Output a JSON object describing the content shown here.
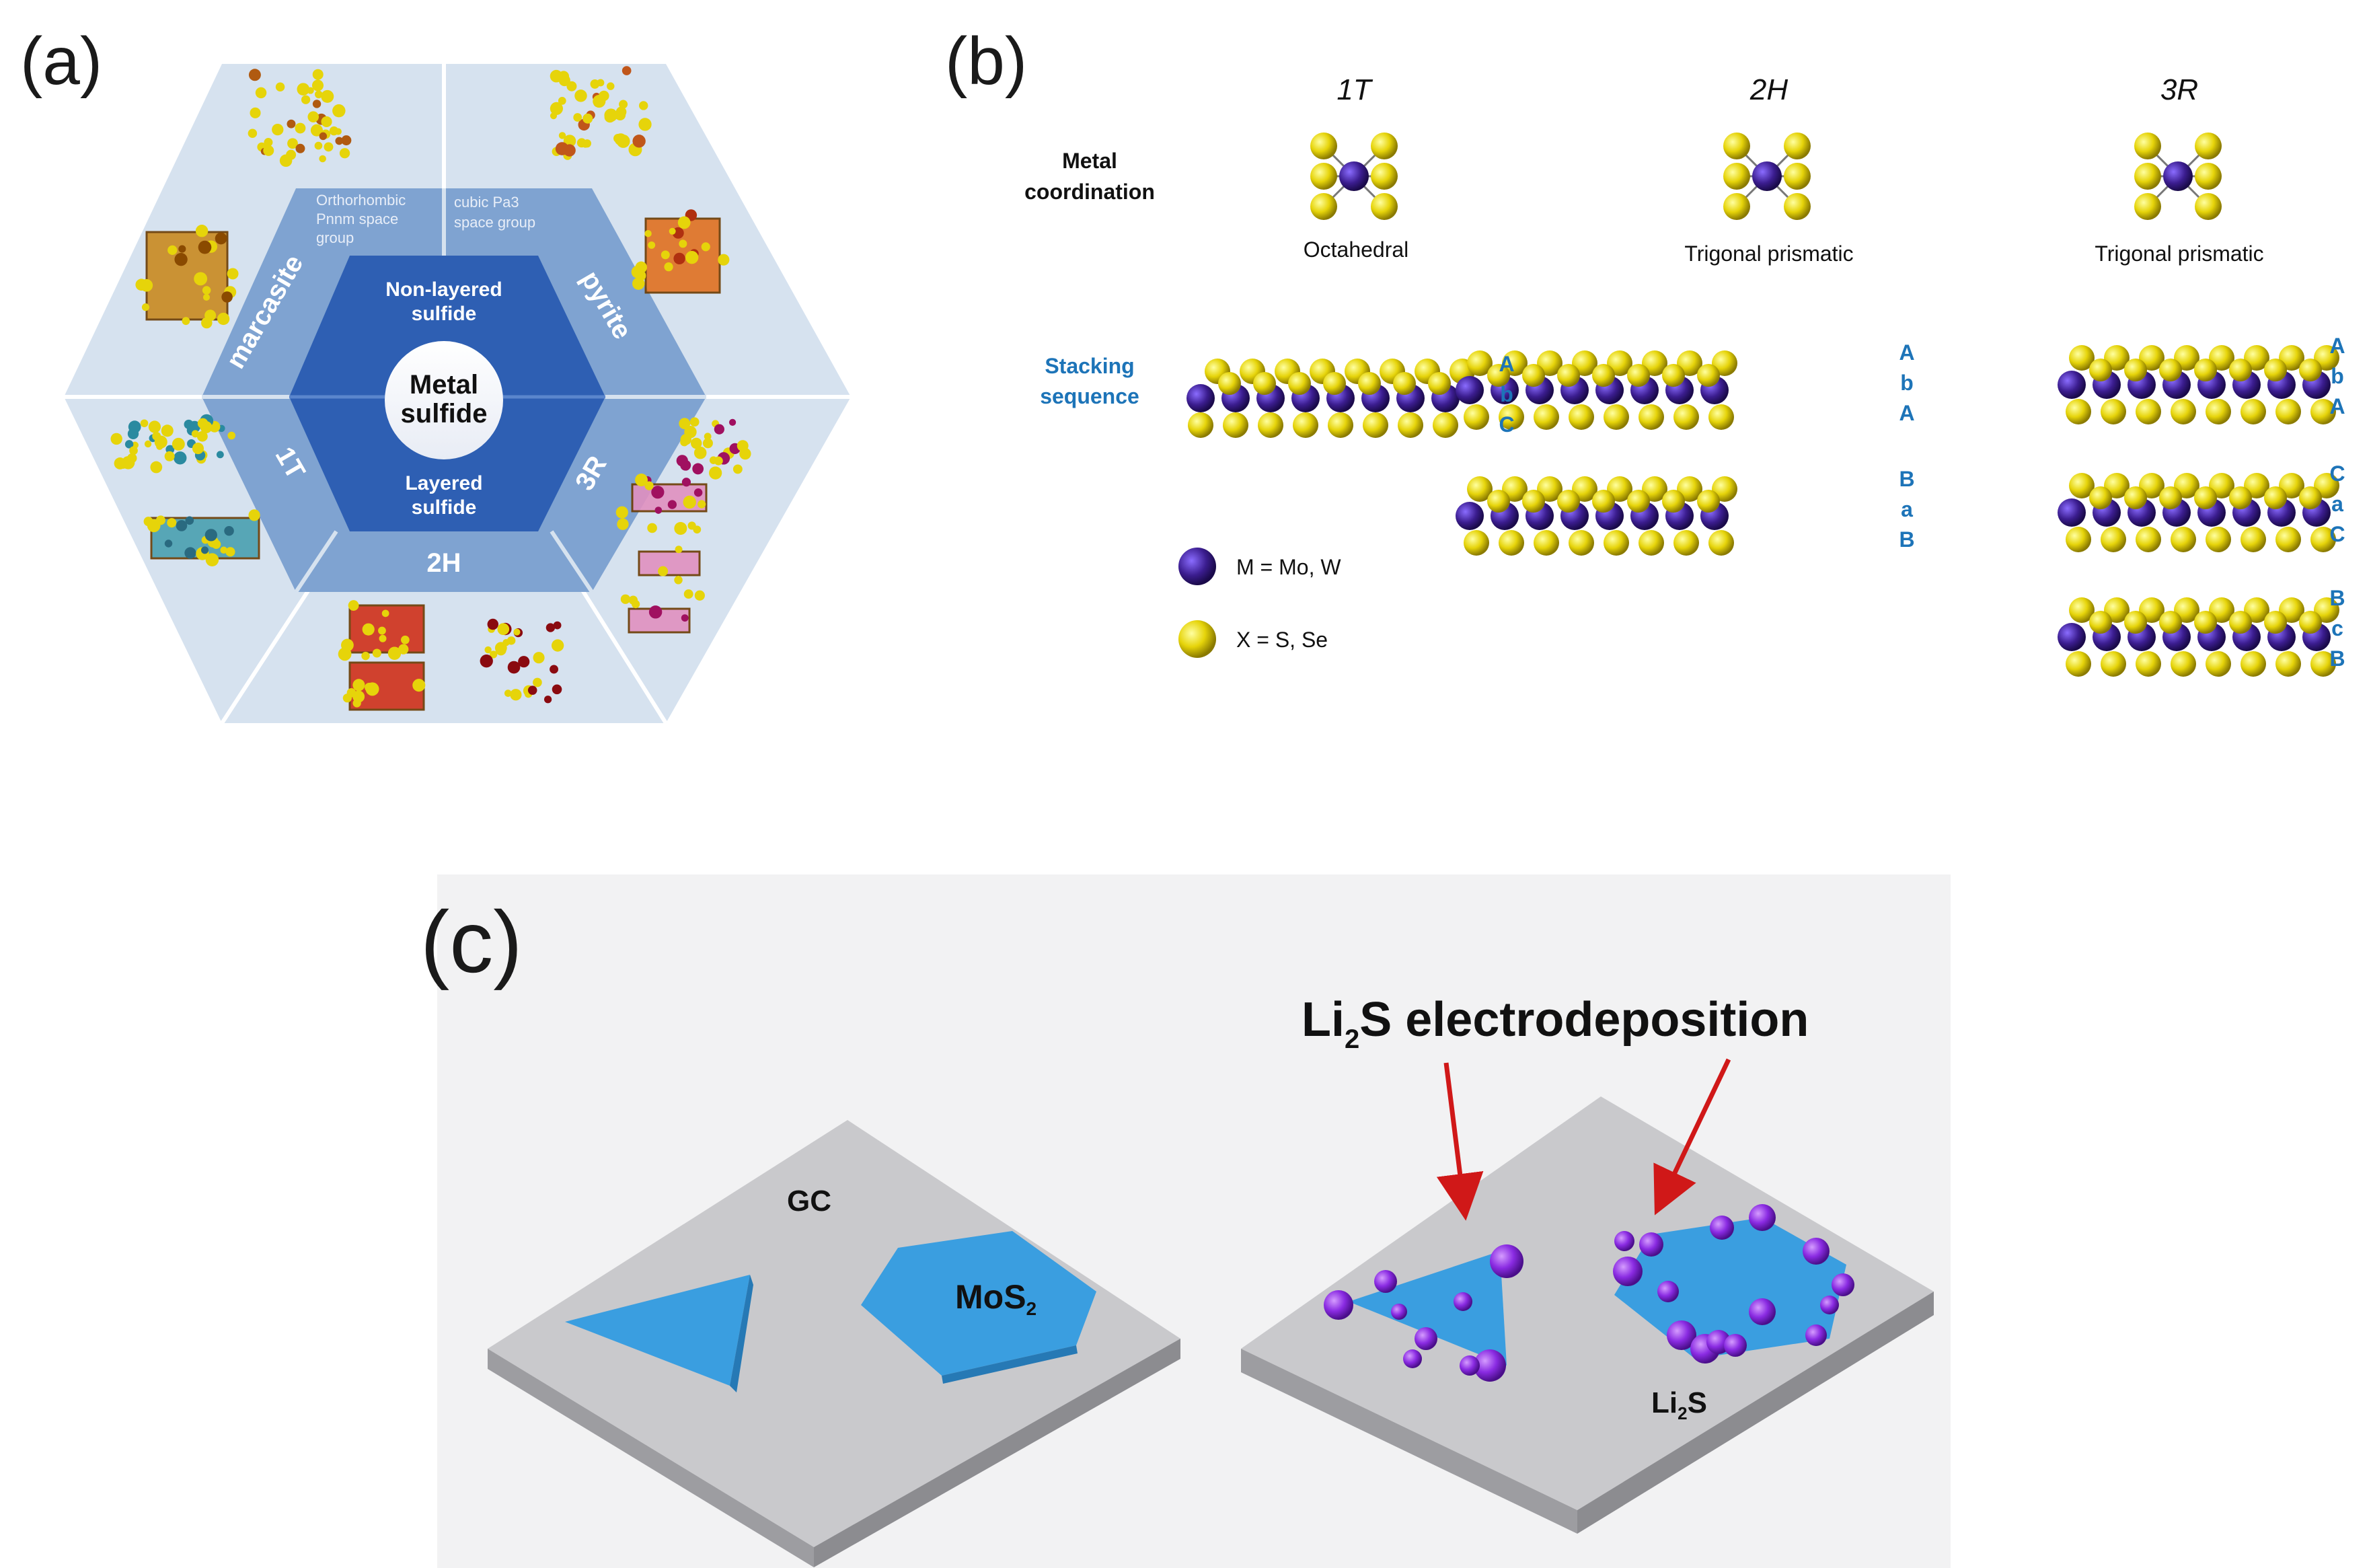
{
  "panel_labels": {
    "a": "(a)",
    "b": "(b)",
    "c": "(c)"
  },
  "panel_a": {
    "center_line1": "Metal",
    "center_line2": "sulfide",
    "non_layered_line1": "Non-layered",
    "non_layered_line2": "sulfide",
    "layered_line1": "Layered",
    "layered_line2": "sulfide",
    "marcasite": "marcasite",
    "pyrite": "pyrite",
    "t1": "1T",
    "r3": "3R",
    "h2": "2H",
    "ortho_line1": "Orthorhombic",
    "ortho_line2": "Pnnm space",
    "ortho_line3": "group",
    "cubic_line1": "cubic Pa3",
    "cubic_line2": "space group",
    "colors": {
      "outer": "#d6e2ef",
      "middle": "#7fa3d1",
      "inner": "#2e5fb3",
      "center": "#ffffff"
    }
  },
  "panel_b": {
    "col_1t": "1T",
    "col_2h": "2H",
    "col_3r": "3R",
    "metal_coord_line1": "Metal",
    "metal_coord_line2": "coordination",
    "octahedral": "Octahedral",
    "trig_2h": "Trigonal prismatic",
    "trig_3r": "Trigonal prismatic",
    "stacking_line1": "Stacking",
    "stacking_line2": "sequence",
    "seq_1t": [
      "A",
      "b",
      "C"
    ],
    "seq_2h_1": [
      "A",
      "b",
      "A"
    ],
    "seq_2h_2": [
      "B",
      "a",
      "B"
    ],
    "seq_3r_1": [
      "A",
      "b",
      "A"
    ],
    "seq_3r_2": [
      "C",
      "a",
      "C"
    ],
    "seq_3r_3": [
      "B",
      "c",
      "B"
    ],
    "legend_m": "M = Mo, W",
    "legend_x": "X = S, Se",
    "colors": {
      "metal": "#3b1d8f",
      "chalcogen": "#e6d40a",
      "seq": "#1d74b8"
    }
  },
  "panel_c": {
    "title_pre": "Li",
    "title_sub": "2",
    "title_post": "S electrodeposition",
    "gc": "GC",
    "mos_pre": "MoS",
    "mos_sub": "2",
    "li2s_pre": "Li",
    "li2s_sub": "2",
    "li2s_post": "S",
    "colors": {
      "substrate": "#c9c9cc",
      "flake": "#3a9ee0",
      "particle": "#8a2be2",
      "arrow": "#d01818"
    }
  }
}
